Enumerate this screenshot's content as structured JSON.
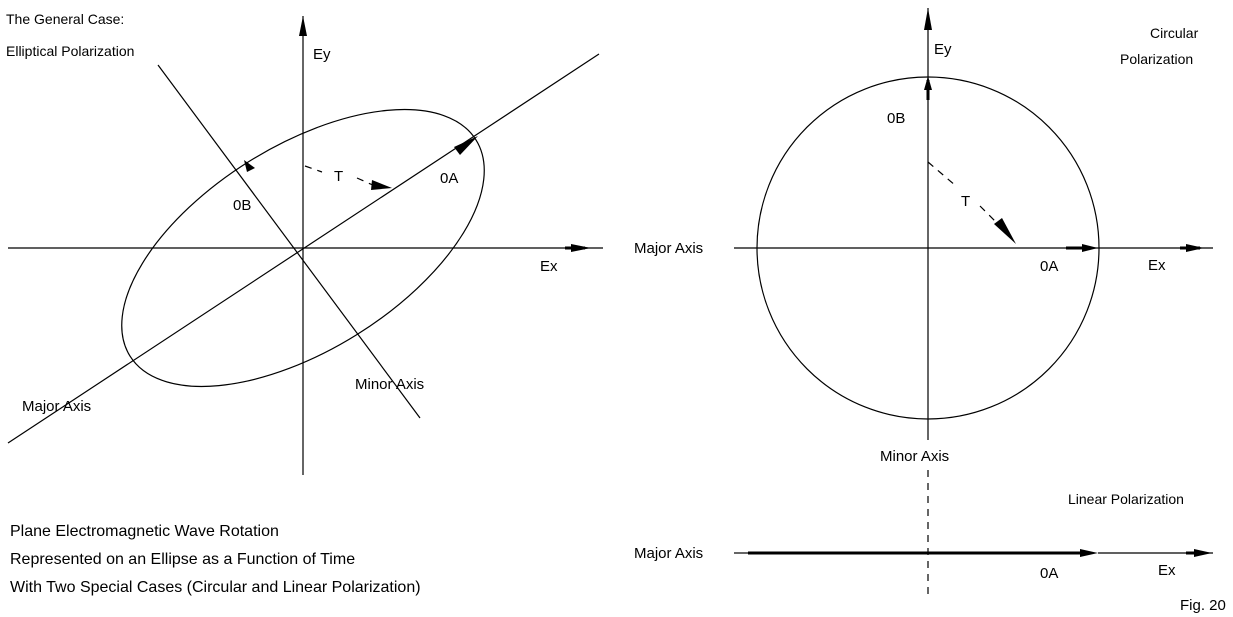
{
  "elliptical": {
    "title_line1": "The General Case:",
    "title_line2": "Elliptical Polarization",
    "ey_label": "Ey",
    "ex_label": "Ex",
    "ob_label": "0B",
    "oa_label": "0A",
    "t_label": "T",
    "major_axis_label": "Major Axis",
    "minor_axis_label": "Minor Axis"
  },
  "circular": {
    "title_line1": "Circular",
    "title_line2": "Polarization",
    "ey_label": "Ey",
    "ex_label": "Ex",
    "ob_label": "0B",
    "oa_label": "0A",
    "t_label": "T",
    "major_axis_label": "Major Axis",
    "minor_axis_label": "Minor Axis"
  },
  "linear": {
    "title": "Linear Polarization",
    "major_axis_label": "Major Axis",
    "oa_label": "0A",
    "ex_label": "Ex"
  },
  "caption": {
    "line1": "Plane Electromagnetic Wave Rotation",
    "line2": "Represented on an Ellipse as a Function of Time",
    "line3": "With Two Special Cases (Circular and Linear Polarization)"
  },
  "figure_number": "Fig. 20"
}
